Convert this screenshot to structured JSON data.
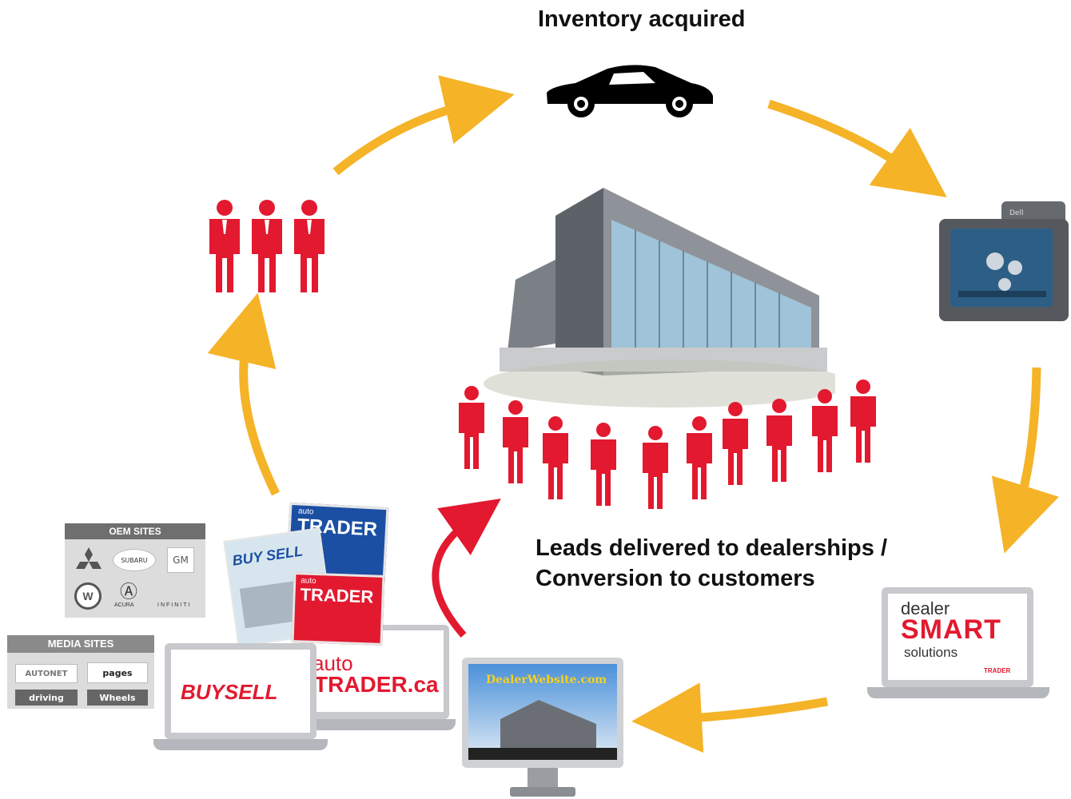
{
  "captions": {
    "top": "Inventory acquired",
    "leads_line1": "Leads delivered to dealerships /",
    "leads_line2": "Conversion to customers"
  },
  "oem_panel": {
    "title": "OEM SITES",
    "logos": [
      "SUBARU",
      "GM",
      "ACURA",
      "INFINITI"
    ]
  },
  "media_panel": {
    "title": "MEDIA SITES",
    "logos": [
      "AUTONET",
      "pages",
      "driving",
      "Wheels"
    ]
  },
  "magazines": {
    "trader_top_small": "auto",
    "trader_top": "TRADER",
    "buysell": "BUY SELL",
    "trader_front_small": "auto",
    "trader_front": "TRADER"
  },
  "laptops": {
    "buysell": "BUYSELL",
    "autotrader_line1": "auto",
    "autotrader_line2": "TRADER.ca",
    "dsm_line1": "dealer",
    "dsm_line2": "SMART",
    "dsm_line3": "solutions",
    "dsm_by": "TRADER"
  },
  "monitor": {
    "url": "DealerWebsite.com"
  },
  "device": {
    "badge": "Dell"
  },
  "colors": {
    "arrow": "#f5b328",
    "person": "#e2192f",
    "red_arrow": "#e2192f"
  }
}
